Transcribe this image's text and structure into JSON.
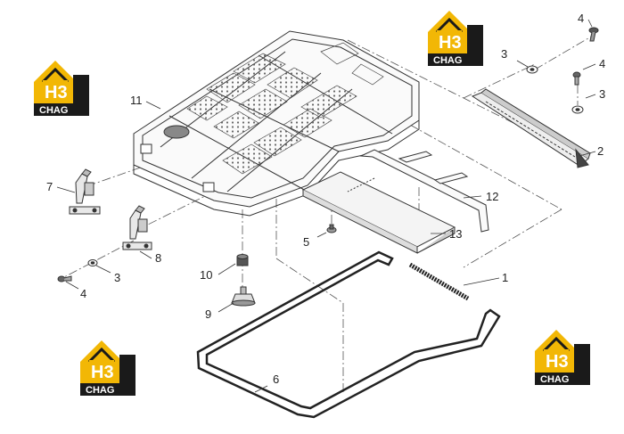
{
  "colors": {
    "logo_yellow": "#f2b705",
    "logo_black": "#1a1a1a",
    "line": "#333333",
    "light_line": "#777777"
  },
  "logo": {
    "mark": "H3",
    "text": "CHAG"
  },
  "callouts": [
    {
      "id": "c1",
      "label": "1"
    },
    {
      "id": "c2",
      "label": "2"
    },
    {
      "id": "c3a",
      "label": "3"
    },
    {
      "id": "c3b",
      "label": "3"
    },
    {
      "id": "c3c",
      "label": "3"
    },
    {
      "id": "c4a",
      "label": "4"
    },
    {
      "id": "c4b",
      "label": "4"
    },
    {
      "id": "c4c",
      "label": "4"
    },
    {
      "id": "c5",
      "label": "5"
    },
    {
      "id": "c6",
      "label": "6"
    },
    {
      "id": "c7",
      "label": "7"
    },
    {
      "id": "c8",
      "label": "8"
    },
    {
      "id": "c9",
      "label": "9"
    },
    {
      "id": "c10",
      "label": "10"
    },
    {
      "id": "c11",
      "label": "11"
    },
    {
      "id": "c12",
      "label": "12"
    },
    {
      "id": "c13",
      "label": "13"
    }
  ]
}
